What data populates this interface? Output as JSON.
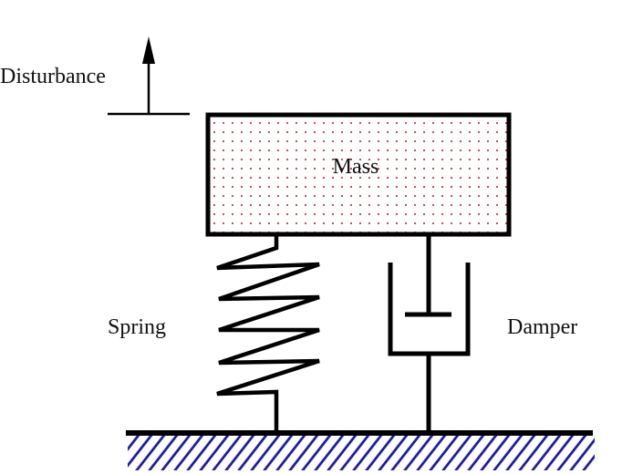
{
  "labels": {
    "disturbance": "Disturbance",
    "mass": "Mass",
    "spring": "Spring",
    "damper": "Damper"
  },
  "colors": {
    "stroke": "#000000",
    "mass_dots": "#c0404a",
    "ground_hatch": "#1a1aa8"
  }
}
